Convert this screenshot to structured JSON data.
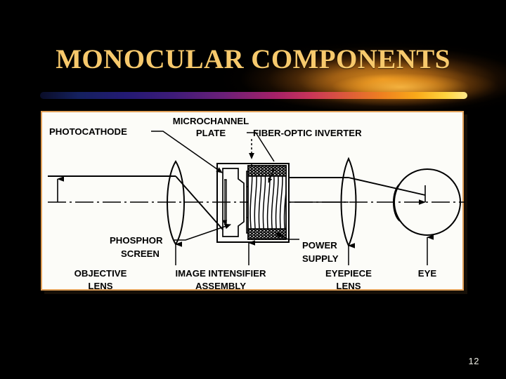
{
  "slide": {
    "background_color": "#000000",
    "title": "MONOCULAR COMPONENTS",
    "title_color": "#F7C96C",
    "page_number": "12",
    "accent_colors": {
      "glow": "#FFA828",
      "bar_start": "#0A0D28",
      "bar_end": "#FFE88A",
      "panel_border": "#E2A15A",
      "panel_fill": "#FCFCF8"
    }
  },
  "diagram": {
    "name": "night-vision-monocular-optical-path",
    "labels": {
      "photocathode": "PHOTOCATHODE",
      "microchannel_plate_line1": "MICROCHANNEL",
      "microchannel_plate_line2": "PLATE",
      "fiber_optic_inverter": "FIBER-OPTIC INVERTER",
      "phosphor_line1": "PHOSPHOR",
      "phosphor_line2": "SCREEN",
      "power_supply_line1": "POWER",
      "power_supply_line2": "SUPPLY",
      "objective_lens_line1": "OBJECTIVE",
      "objective_lens_line2": "LENS",
      "image_intensifier_line1": "IMAGE INTENSIFIER",
      "image_intensifier_line2": "ASSEMBLY",
      "eyepiece_lens_line1": "EYEPIECE",
      "eyepiece_lens_line2": "LENS",
      "eye": "EYE"
    }
  }
}
